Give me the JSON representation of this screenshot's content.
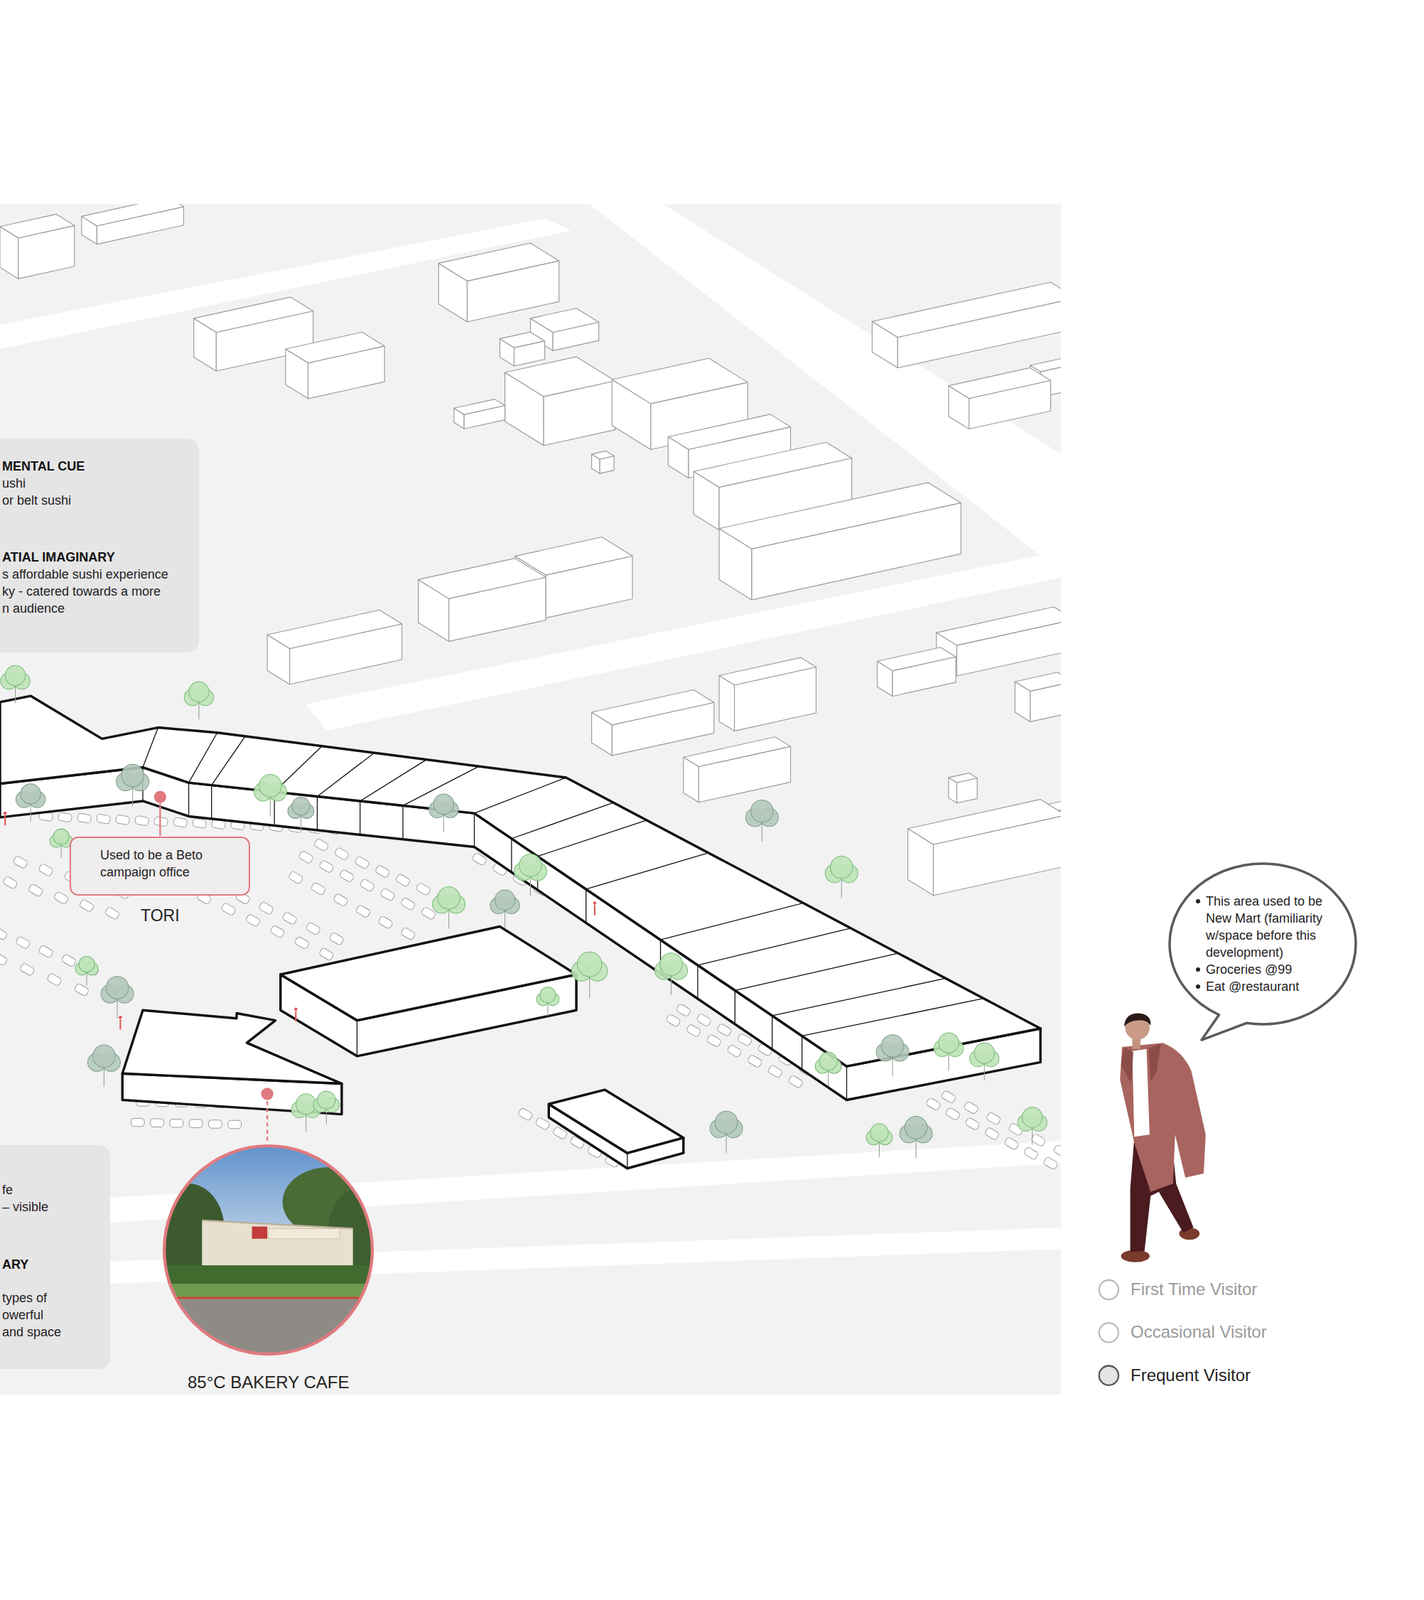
{
  "diagram": {
    "nodes": [
      {
        "text": [
          "MENTAL CUE",
          "ushi",
          "or belt sushi",
          "ATIAL IMAGINARY",
          "s affordable sushi experience ky - catered towards a more n audience"
        ]
      },
      {
        "text": [
          "Used to be a Beto campaign office"
        ]
      },
      {
        "text": [
          "fe",
          "– visible",
          "ARY",
          "types of owerful and space"
        ]
      },
      {
        "text": [
          "This area used to be New Mart (familiarity w/space before this development)",
          "Groceries @99",
          "Eat @restaurant"
        ]
      }
    ],
    "labels": [
      "TORI",
      "85°C BAKERY CAFE",
      "First Time Visitor",
      "Occasional Visitor",
      "Frequent Visitor"
    ]
  }
}
